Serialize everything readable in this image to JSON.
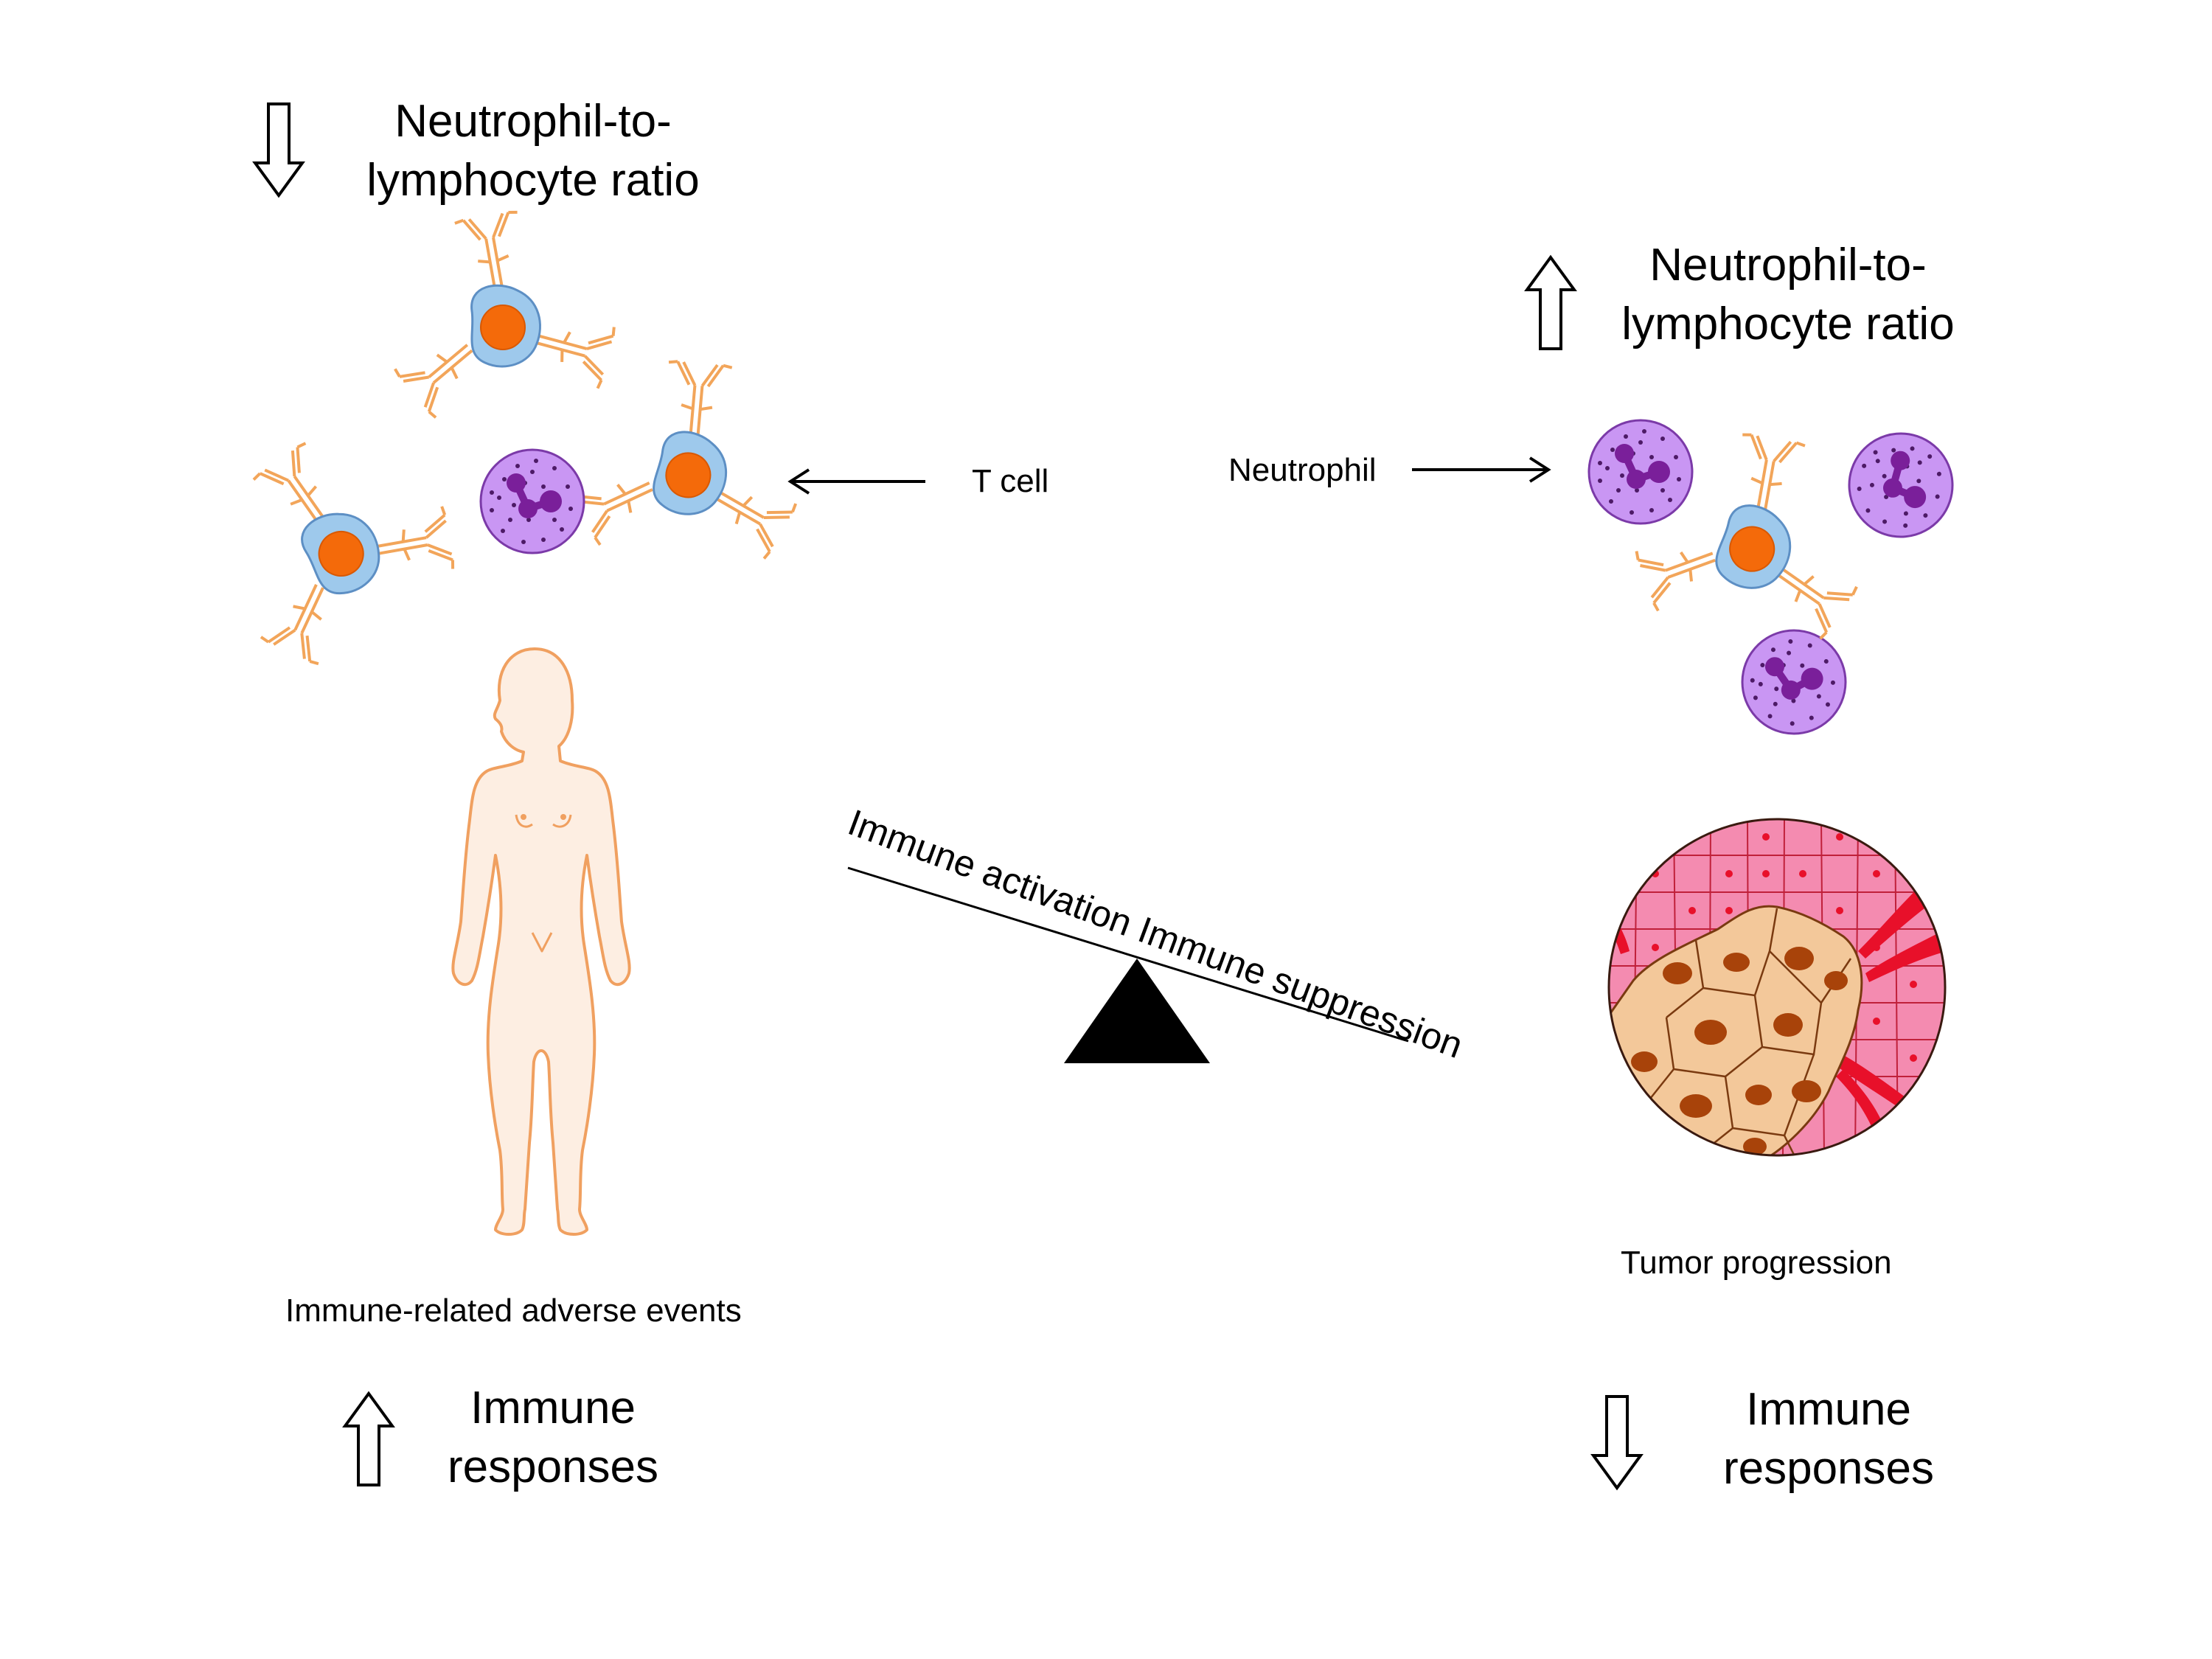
{
  "left_panel": {
    "nlr_label": [
      "Neutrophil-to-",
      "lymphocyte ratio"
    ],
    "nlr_direction": "down",
    "outcome_label": "Immune-related adverse events",
    "immune_label": [
      "Immune",
      "responses"
    ],
    "immune_direction": "up"
  },
  "right_panel": {
    "nlr_label": [
      "Neutrophil-to-",
      "lymphocyte ratio"
    ],
    "nlr_direction": "up",
    "outcome_label": "Tumor progression",
    "immune_label": [
      "Immune",
      "responses"
    ],
    "immune_direction": "down"
  },
  "callouts": {
    "t_cell": "T cell",
    "neutrophil": "Neutrophil"
  },
  "balance": {
    "label": "Immune activation Immune suppression"
  },
  "colors": {
    "tcell_body": "#9ec9ec",
    "tcell_nucleus": "#f46a0a",
    "tcell_receptor": "#f2a55a",
    "neutrophil_body": "#c996f3",
    "neutrophil_nucleus": "#7a1f9a",
    "body_fill": "#fdeee2",
    "body_outline": "#f0a060",
    "tumor_tissue": "#f48bb0",
    "tumor_cells": "#f3c89a",
    "tumor_nucleus": "#a8430a",
    "blood_vessel": "#e8102a"
  }
}
